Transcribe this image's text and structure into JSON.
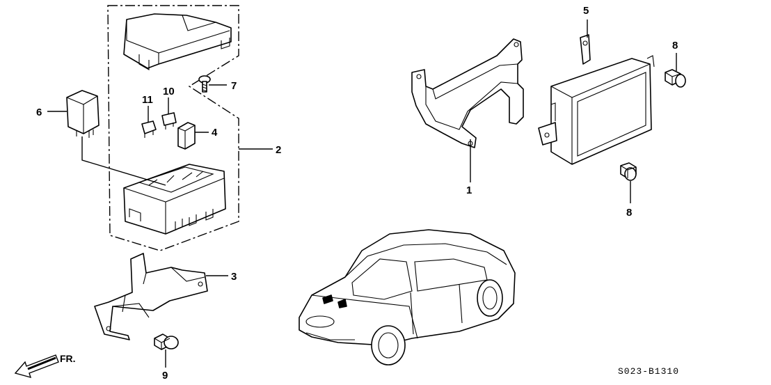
{
  "diagram": {
    "callouts": [
      "1",
      "2",
      "3",
      "4",
      "5",
      "6",
      "7",
      "8",
      "8",
      "9",
      "10",
      "11"
    ],
    "direction_label": "FR.",
    "diagram_code": "S023-B1310"
  },
  "colors": {
    "ink": "#000000",
    "paper": "#ffffff"
  }
}
